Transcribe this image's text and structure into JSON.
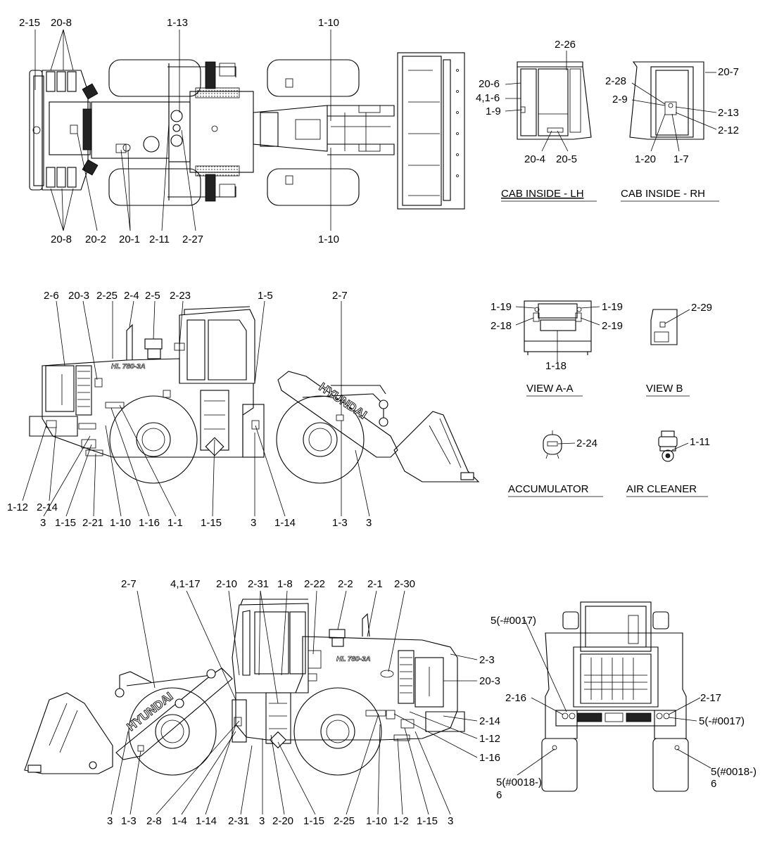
{
  "top_view": {
    "labels": [
      "2-15",
      "20-8",
      "1-13",
      "1-10",
      "20-8",
      "20-2",
      "20-1",
      "2-11",
      "2-27",
      "1-10"
    ]
  },
  "cab_inside_lh": {
    "caption": "CAB INSIDE - LH",
    "labels": [
      "2-26",
      "20-6",
      "4,1-6",
      "1-9",
      "20-4",
      "20-5"
    ]
  },
  "cab_inside_rh": {
    "caption": "CAB INSIDE - RH",
    "labels": [
      "20-7",
      "2-28",
      "2-9",
      "2-13",
      "2-12",
      "1-20",
      "1-7"
    ]
  },
  "left_view": {
    "brand": "HYUNDAI",
    "model": "HL 780-3A",
    "top_labels": [
      "2-6",
      "20-3",
      "2-25",
      "2-4",
      "2-5",
      "2-23",
      "1-5",
      "2-7"
    ],
    "bottom_labels": [
      "1-12",
      "2-14",
      "3",
      "1-15",
      "2-21",
      "1-10",
      "1-16",
      "1-1",
      "1-15",
      "3",
      "1-14",
      "1-3",
      "3"
    ]
  },
  "view_aa": {
    "caption": "VIEW A-A",
    "labels": [
      "1-19",
      "1-19",
      "2-18",
      "2-19",
      "1-18"
    ]
  },
  "view_b": {
    "caption": "VIEW B",
    "labels": [
      "2-29"
    ]
  },
  "accumulator": {
    "caption": "ACCUMULATOR",
    "labels": [
      "2-24"
    ]
  },
  "air_cleaner": {
    "caption": "AIR CLEANER",
    "labels": [
      "1-11"
    ]
  },
  "right_view": {
    "brand": "HYUNDAI",
    "model": "HL 780-3A",
    "top_labels": [
      "2-7",
      "4,1-17",
      "2-10",
      "2-31",
      "1-8",
      "2-22",
      "2-2",
      "2-1",
      "2-30",
      "2-3",
      "20-3",
      "2-14",
      "1-12",
      "1-16"
    ],
    "bottom_labels": [
      "3",
      "1-3",
      "2-8",
      "1-4",
      "1-14",
      "2-31",
      "3",
      "2-20",
      "1-15",
      "2-25",
      "1-10",
      "1-2",
      "1-15",
      "3"
    ]
  },
  "rear_view": {
    "labels": [
      "5(-#0017)",
      "2-16",
      "2-17",
      "5(-#0017)",
      "5(#0018-)",
      "6",
      "5(#0018-)",
      "6"
    ]
  }
}
